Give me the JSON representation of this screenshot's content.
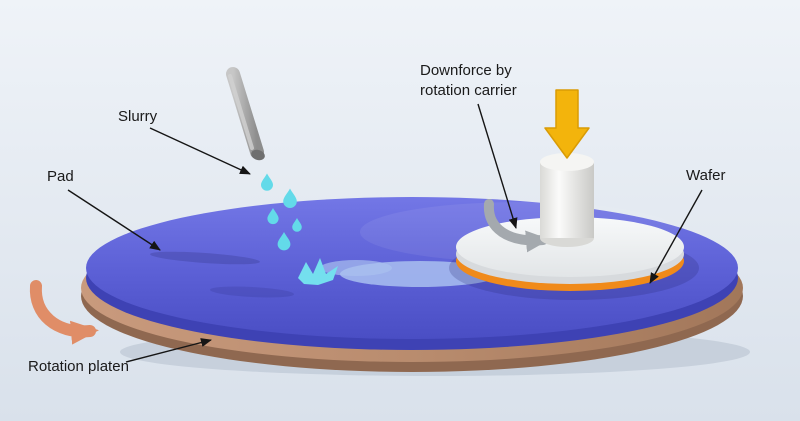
{
  "diagram": {
    "labels": {
      "slurry": "Slurry",
      "pad": "Pad",
      "downforce_line1": "Downforce by",
      "downforce_line2": "rotation carrier",
      "wafer": "Wafer",
      "rotation_platen": "Rotation platen"
    },
    "colors": {
      "background_top": "#eef2f7",
      "background_bottom": "#dce3ec",
      "pad": "#5d61d6",
      "platen": "#b98c6e",
      "wafer_edge": "#f08a1a",
      "carrier_disc": "#eff1f2",
      "downforce_arrow": "#f3b40c",
      "slurry": "#63dae9",
      "platen_rotation_arrow": "#e08d67",
      "carrier_rotation_arrow": "#a4a9ae",
      "label_text": "#1a1a1a"
    }
  }
}
